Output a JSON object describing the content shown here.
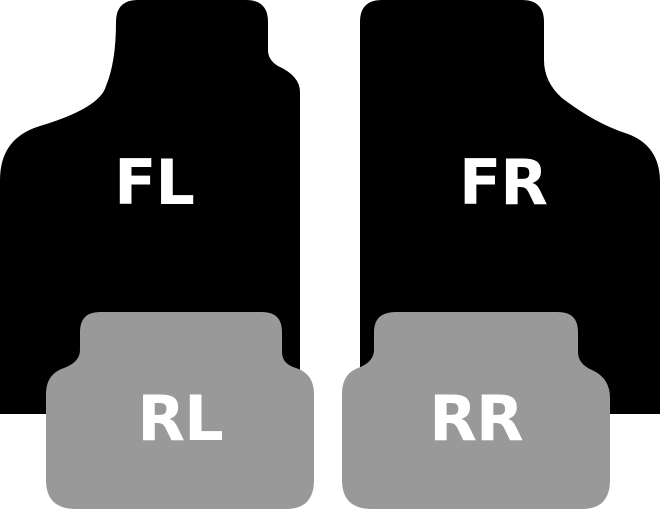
{
  "mats": {
    "front_left": {
      "label": "FL",
      "color": "#000000"
    },
    "front_right": {
      "label": "FR",
      "color": "#000000"
    },
    "rear_left": {
      "label": "RL",
      "color": "#999999"
    },
    "rear_right": {
      "label": "RR",
      "color": "#999999"
    }
  },
  "label_color": "#ffffff",
  "background": "#ffffff"
}
